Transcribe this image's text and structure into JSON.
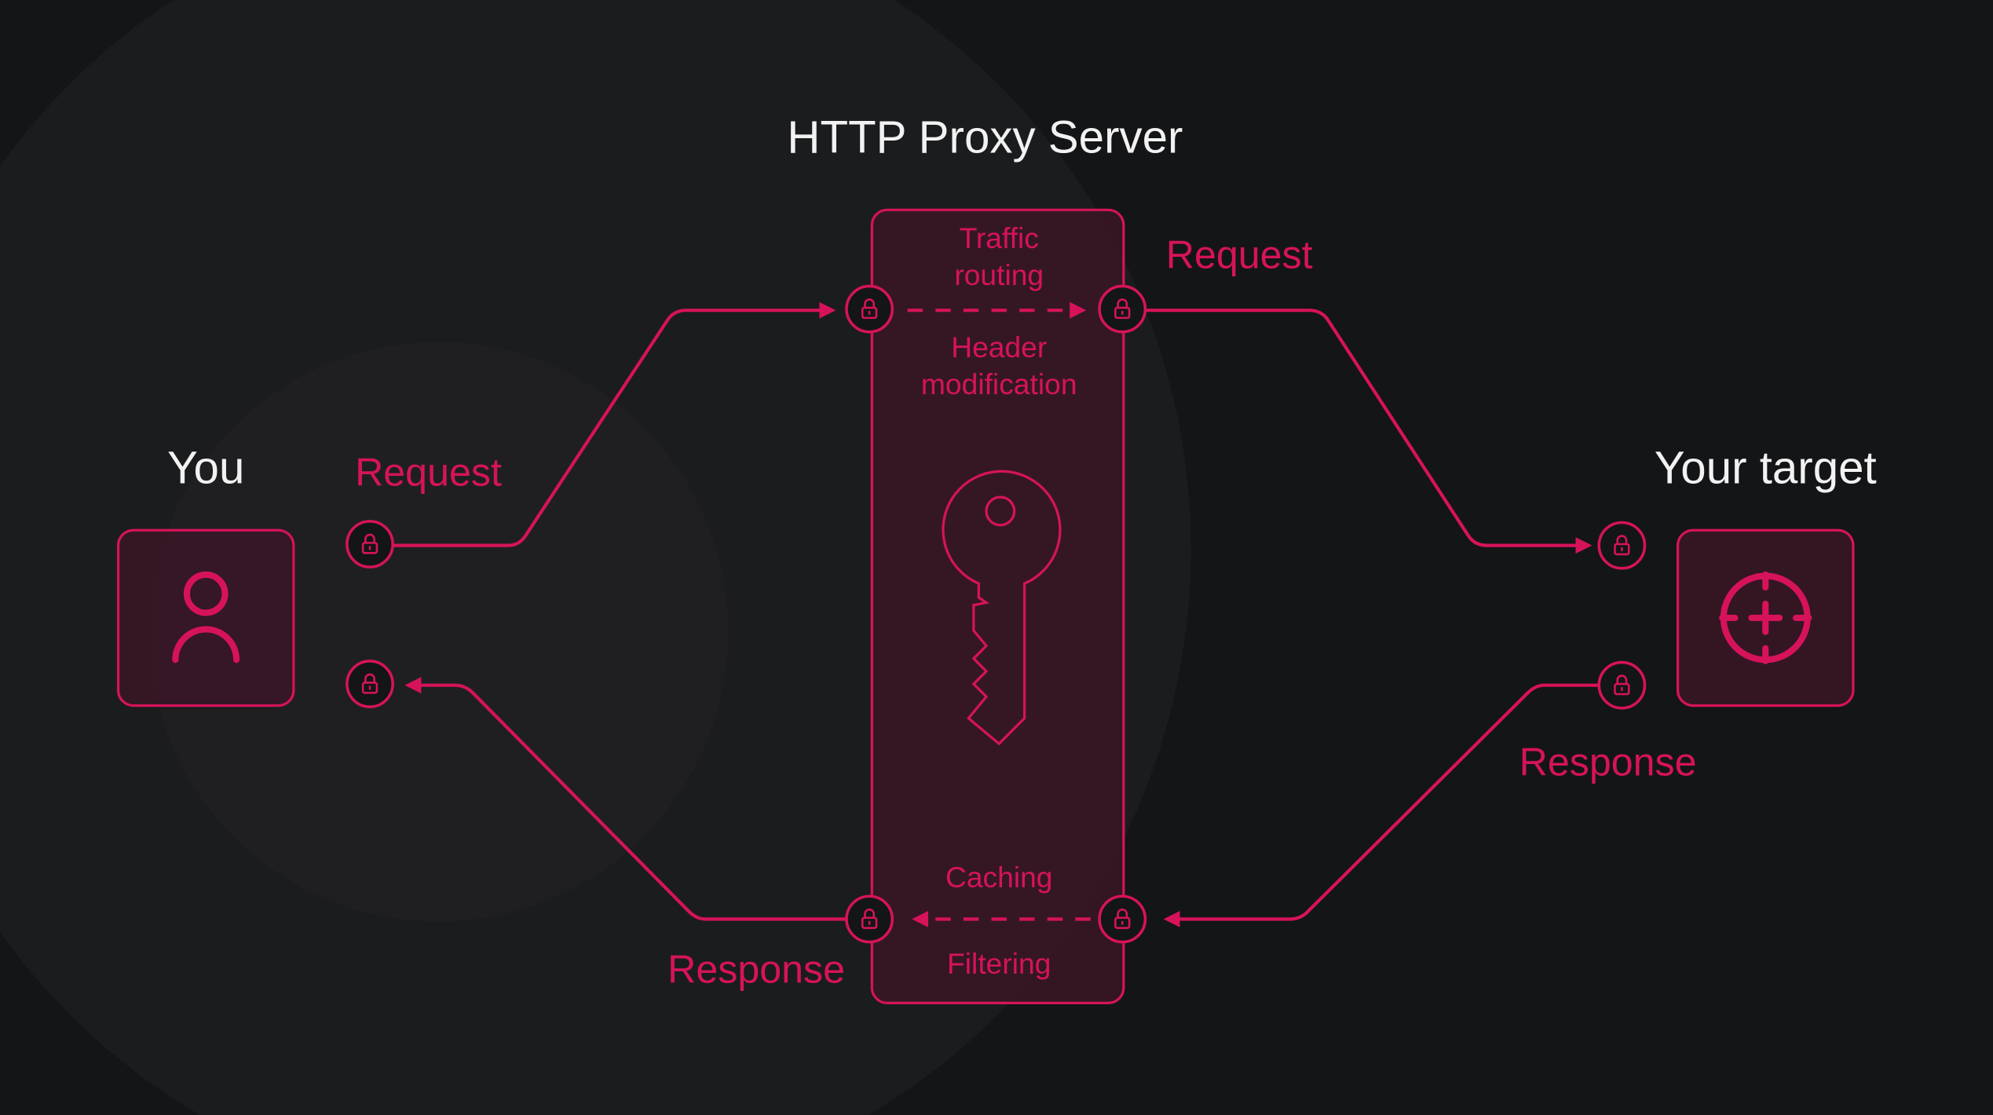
{
  "title": "HTTP Proxy Server",
  "client": {
    "label": "You",
    "icon": "user-icon"
  },
  "target": {
    "label": "Your target",
    "icon": "crosshair-icon"
  },
  "flow_labels": {
    "request_left": "Request",
    "request_right": "Request",
    "response_left": "Response",
    "response_right": "Response"
  },
  "proxy_functions": {
    "traffic_routing": [
      "Traffic",
      "routing"
    ],
    "header_modification": [
      "Header",
      "modification"
    ],
    "caching": "Caching",
    "filtering": "Filtering"
  },
  "colors": {
    "accent": "#d6135a",
    "background": "#141517",
    "text": "#f2f2f2"
  }
}
